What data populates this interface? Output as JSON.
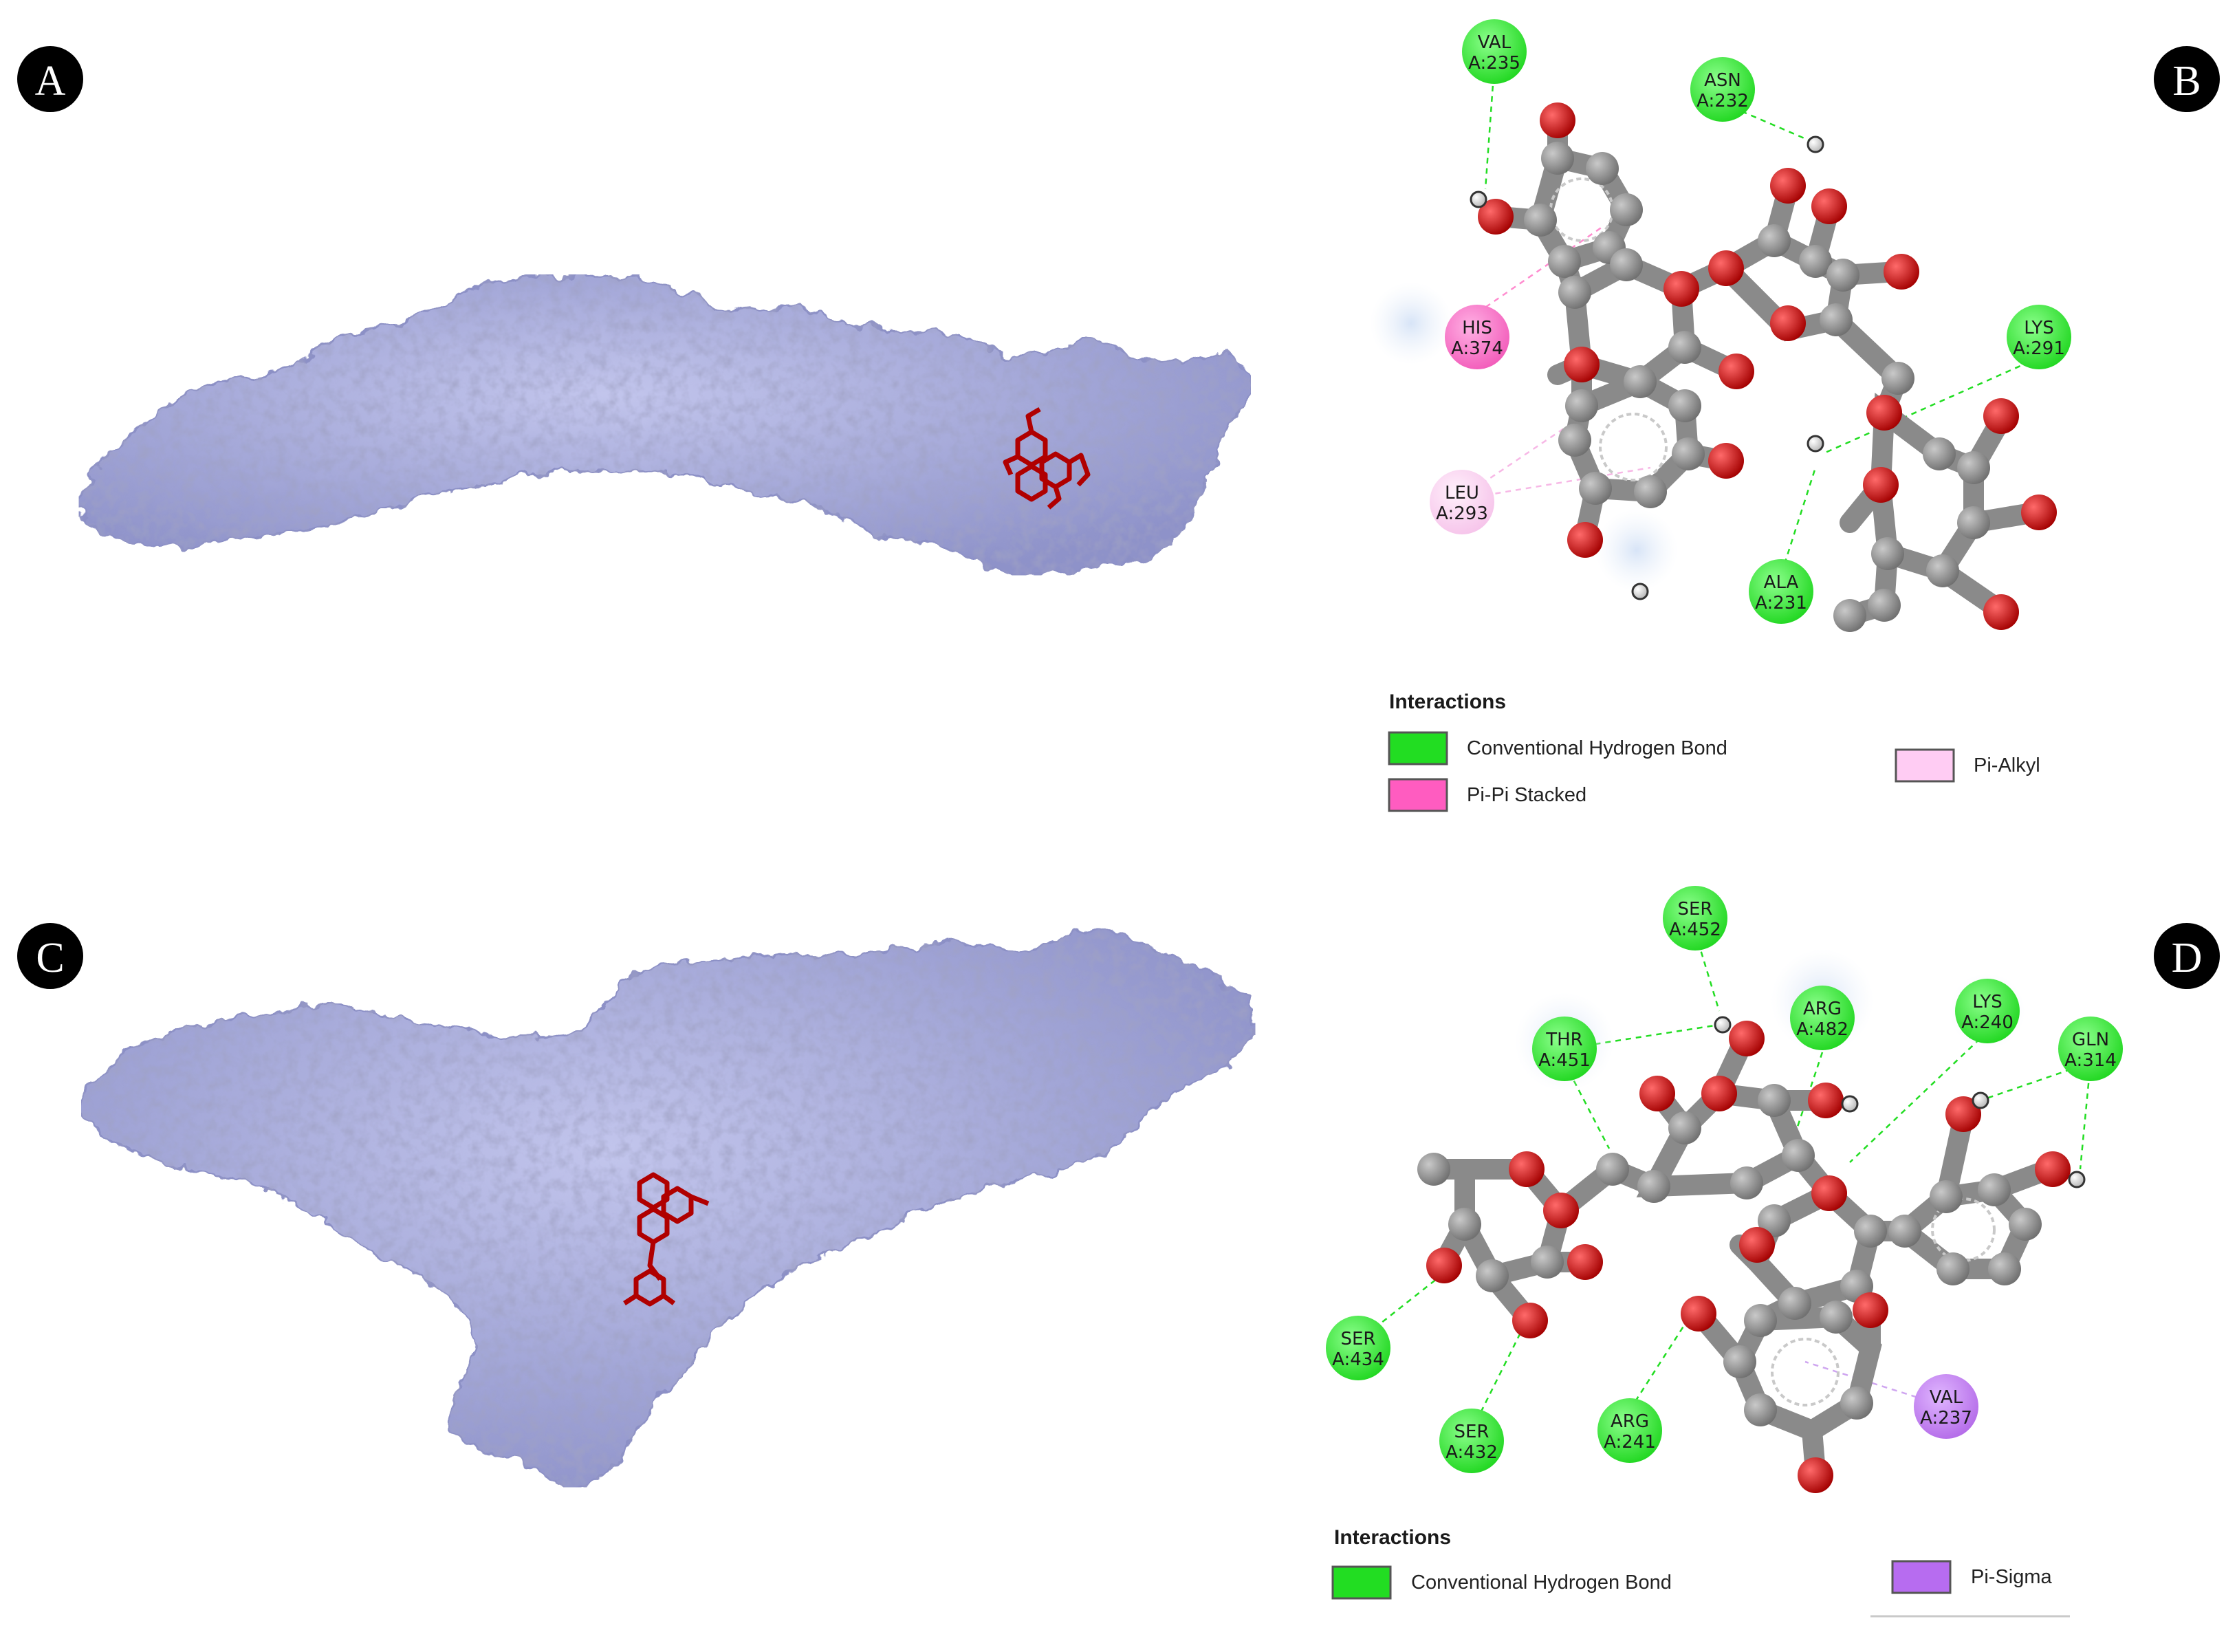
{
  "panel_letters": {
    "a": "A",
    "b": "B",
    "c": "C",
    "d": "D"
  },
  "colors": {
    "protein_surface": "#a7abdb",
    "protein_shadow": "#8b8fc4",
    "ligand": "#b00000",
    "atom_carbon": "#8a8a8a",
    "atom_oxygen": "#d01515",
    "atom_hydrogen": "#f2f2f2",
    "hbond_green": "#22dd22",
    "pi_pi_stacked": "#ff5cc0",
    "pi_alkyl": "#ffccf3",
    "pi_sigma": "#b76cf0"
  },
  "panel_b": {
    "residues": [
      {
        "name": "VAL",
        "id": "A:235",
        "type": "hbond"
      },
      {
        "name": "ASN",
        "id": "A:232",
        "type": "hbond"
      },
      {
        "name": "HIS",
        "id": "A:374",
        "type": "pi_pi_stacked"
      },
      {
        "name": "LYS",
        "id": "A:291",
        "type": "hbond"
      },
      {
        "name": "LEU",
        "id": "A:293",
        "type": "pi_alkyl"
      },
      {
        "name": "ALA",
        "id": "A:231",
        "type": "hbond"
      }
    ],
    "legend": {
      "title": "Interactions",
      "items": [
        {
          "label": "Conventional Hydrogen Bond",
          "color": "#22dd22"
        },
        {
          "label": "Pi-Pi Stacked",
          "color": "#ff5cc0"
        },
        {
          "label": "Pi-Alkyl",
          "color": "#ffccf3"
        }
      ]
    }
  },
  "panel_d": {
    "residues": [
      {
        "name": "SER",
        "id": "A:452",
        "type": "hbond"
      },
      {
        "name": "THR",
        "id": "A:451",
        "type": "hbond"
      },
      {
        "name": "ARG",
        "id": "A:482",
        "type": "hbond"
      },
      {
        "name": "LYS",
        "id": "A:240",
        "type": "hbond"
      },
      {
        "name": "GLN",
        "id": "A:314",
        "type": "hbond"
      },
      {
        "name": "SER",
        "id": "A:434",
        "type": "hbond"
      },
      {
        "name": "SER",
        "id": "A:432",
        "type": "hbond"
      },
      {
        "name": "ARG",
        "id": "A:241",
        "type": "hbond"
      },
      {
        "name": "VAL",
        "id": "A:237",
        "type": "pi_sigma"
      }
    ],
    "legend": {
      "title": "Interactions",
      "items": [
        {
          "label": "Conventional Hydrogen Bond",
          "color": "#22dd22"
        },
        {
          "label": "Pi-Sigma",
          "color": "#b76cf0"
        }
      ]
    }
  }
}
